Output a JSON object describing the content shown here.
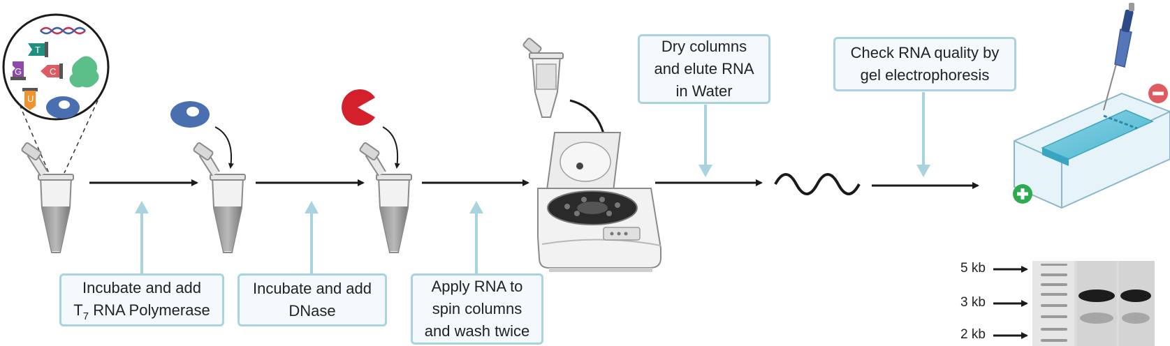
{
  "steps": {
    "polymerase": {
      "line1": "Incubate and add",
      "line2_prefix": "T",
      "line2_sub": "7",
      "line2_suffix": " RNA Polymerase"
    },
    "dnase": {
      "line1": "Incubate and add",
      "line2": "DNase"
    },
    "spin": {
      "line1": "Apply RNA to",
      "line2": "spin columns",
      "line3": "and wash twice"
    },
    "elute": {
      "line1": "Dry columns",
      "line2": "and elute RNA",
      "line3": "in Water"
    },
    "gel": {
      "line1": "Check RNA quality by",
      "line2": "gel electrophoresis"
    }
  },
  "nucleotides": [
    "T",
    "G",
    "C",
    "U"
  ],
  "gel_markers": [
    "5 kb",
    "3 kb",
    "2 kb"
  ],
  "colors": {
    "arrow": "#1a1a1a",
    "box_border": "#a9d3df",
    "box_fill": "#f3f9fc",
    "light_arrow": "#a9d3df",
    "enzyme_blue": "#4a6fb0",
    "dnase_red": "#d4202a",
    "positive_green": "#2eab4f",
    "negative_red": "#e05a62"
  },
  "icons": [
    "magnifier-circle-icon",
    "tube-icon",
    "polymerase-icon",
    "dnase-icon",
    "spin-column-icon",
    "centrifuge-icon",
    "rna-strand-icon",
    "gel-box-icon",
    "pipette-icon",
    "plus-electrode-icon",
    "minus-electrode-icon",
    "gel-image-icon"
  ]
}
